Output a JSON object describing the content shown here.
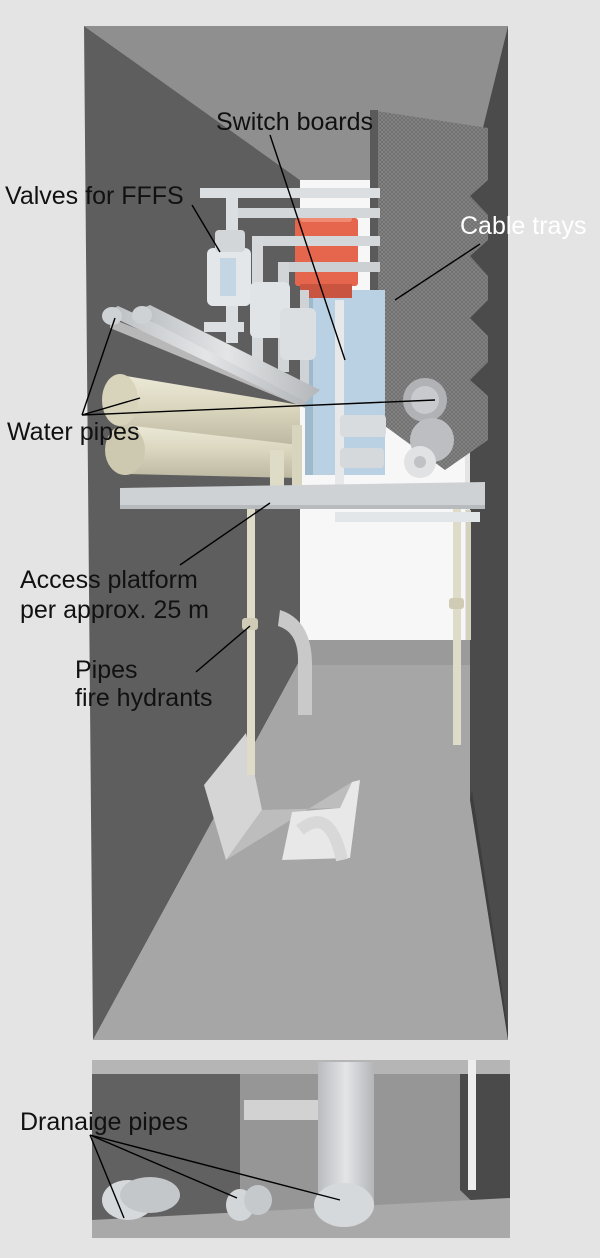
{
  "labels": {
    "switch_boards": "Switch boards",
    "valves": "Valves for FFFS",
    "cable_trays": "Cable trays",
    "water_pipes": "Water pipes",
    "access_platform_line1": "Access platform",
    "access_platform_line2": "per approx. 25 m",
    "hydrants_line1": "Pipes",
    "hydrants_line2": "fire hydrants",
    "drainage_pipes": "Dranaige pipes"
  },
  "colors": {
    "background": "#e4e4e4",
    "tunnel_wall_left": "#5d5d5d",
    "tunnel_wall_right": "#4b4b4b",
    "tunnel_ceiling": "#8c8c8c",
    "tunnel_floor": "#a6a6a6",
    "switch_board": "#e5664c",
    "water_pipe": "#dcd8c2",
    "cable_tray": "#7a7a7a",
    "platform": "#cfd3d6",
    "leader_line": "#000000"
  }
}
